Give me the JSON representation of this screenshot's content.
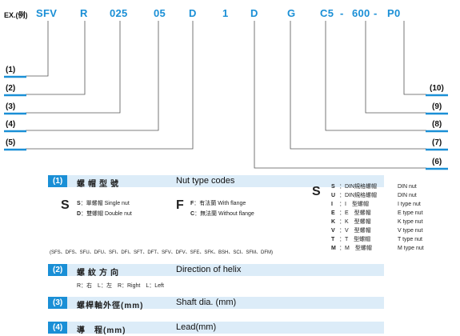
{
  "example": {
    "label": "EX.(例)",
    "codes": [
      "SFV",
      "R",
      "025",
      "05",
      "D",
      "1",
      "D",
      "G",
      "C5",
      "600",
      "P0"
    ],
    "dashes": [
      "-",
      "-"
    ]
  },
  "callouts": {
    "left": [
      "(1)",
      "(2)",
      "(3)",
      "(4)",
      "(5)"
    ],
    "right": [
      "(10)",
      "(9)",
      "(8)",
      "(7)",
      "(6)"
    ]
  },
  "sections": [
    {
      "num": "(1)",
      "title_zh": "螺帽型號",
      "title_en": "Nut type codes"
    },
    {
      "num": "(2)",
      "title_zh": "螺紋方向",
      "title_en": "Direction of helix"
    },
    {
      "num": "(3)",
      "title_zh": "螺桿軸外徑(mm)",
      "title_en": "Shaft dia. (mm)"
    },
    {
      "num": "(4)",
      "title_zh": "導　程(mm)",
      "title_en": "Lead(mm)"
    }
  ],
  "nut_type": {
    "s_letter": "S",
    "s_items": [
      {
        "key": "S",
        "zh": "單螺帽",
        "en": "Single nut"
      },
      {
        "key": "D",
        "zh": "雙螺帽",
        "en": "Double nut"
      }
    ],
    "f_letter": "F",
    "f_items": [
      {
        "key": "F",
        "zh": "有法蘭",
        "en": "With flange"
      },
      {
        "key": "C",
        "zh": "無法蘭",
        "en": "Without flange"
      }
    ],
    "list_text": "(SFS、DFS、SFU、DFU、SFI、DFI、SFT、DFT、SFV、DFV、SFE、SFK、BSH、SCI、SFM、DFM)",
    "right_letter": "S",
    "right_items": [
      {
        "key": "S",
        "zh": "DIN規格螺帽",
        "en": "DIN nut"
      },
      {
        "key": "U",
        "zh": "DIN規格螺帽",
        "en": "DIN nut"
      },
      {
        "key": "I",
        "zh": "I　型螺帽",
        "en": "I type nut"
      },
      {
        "key": "E",
        "zh": "E　型螺帽",
        "en": "E type nut"
      },
      {
        "key": "K",
        "zh": "K　型螺帽",
        "en": "K type nut"
      },
      {
        "key": "V",
        "zh": "V　型螺帽",
        "en": "V type nut"
      },
      {
        "key": "T",
        "zh": "T　型螺帽",
        "en": "T type nut"
      },
      {
        "key": "M",
        "zh": "M　型螺帽",
        "en": "M type nut"
      }
    ]
  },
  "helix": {
    "text": "R：右　L：左　R：Right　L：Left"
  },
  "colors": {
    "accent": "#1a8fd6",
    "band": "#dcecf8"
  }
}
